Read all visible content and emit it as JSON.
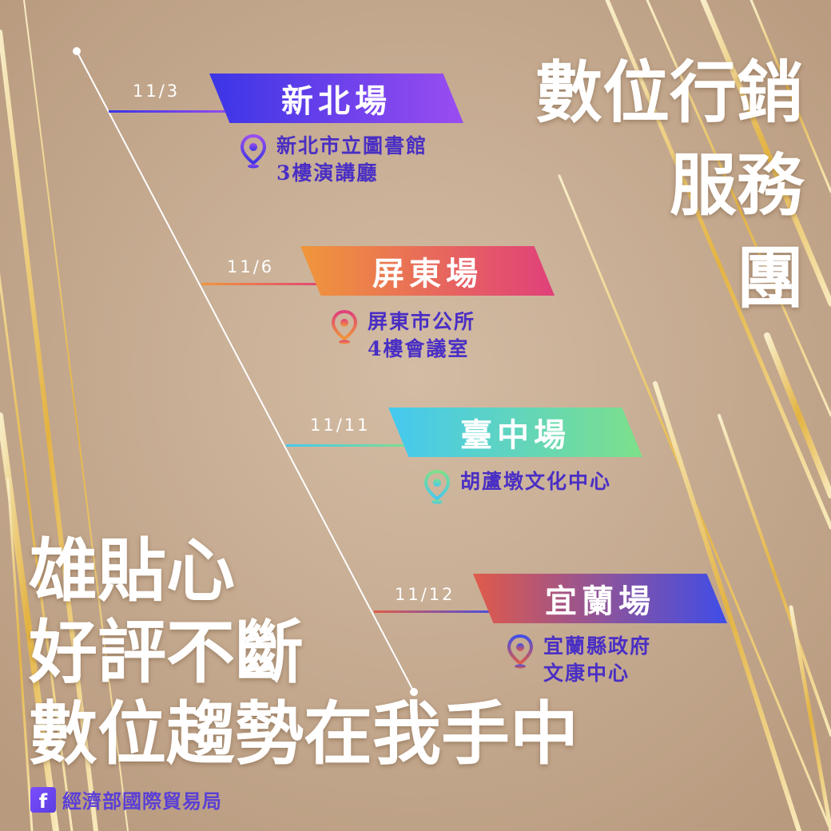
{
  "title_right": [
    "數位行銷",
    "服務",
    "團"
  ],
  "title_left": [
    "雄貼心",
    "好評不斷",
    "數位趨勢在我手中"
  ],
  "sessions": [
    {
      "date": "11/3",
      "name": "新北場",
      "address": [
        "新北市立圖書館",
        "3樓演講廳"
      ]
    },
    {
      "date": "11/6",
      "name": "屏東場",
      "address": [
        "屏東市公所",
        "4樓會議室"
      ]
    },
    {
      "date": "11/11",
      "name": "臺中場",
      "address": [
        "胡蘆墩文化中心"
      ]
    },
    {
      "date": "11/12",
      "name": "宜蘭場",
      "address": [
        "宜蘭縣政府",
        "文康中心"
      ]
    }
  ],
  "footer": {
    "icon": "facebook-icon",
    "text": "經濟部國際貿易局"
  },
  "colors": {
    "background": "#c4ab92",
    "session1": [
      "#3b35e6",
      "#9a4df0"
    ],
    "session2": [
      "#f0963a",
      "#e0407a"
    ],
    "session3": [
      "#44c9f0",
      "#7de08a"
    ],
    "session4": [
      "#e05a4a",
      "#3f4de8"
    ]
  }
}
